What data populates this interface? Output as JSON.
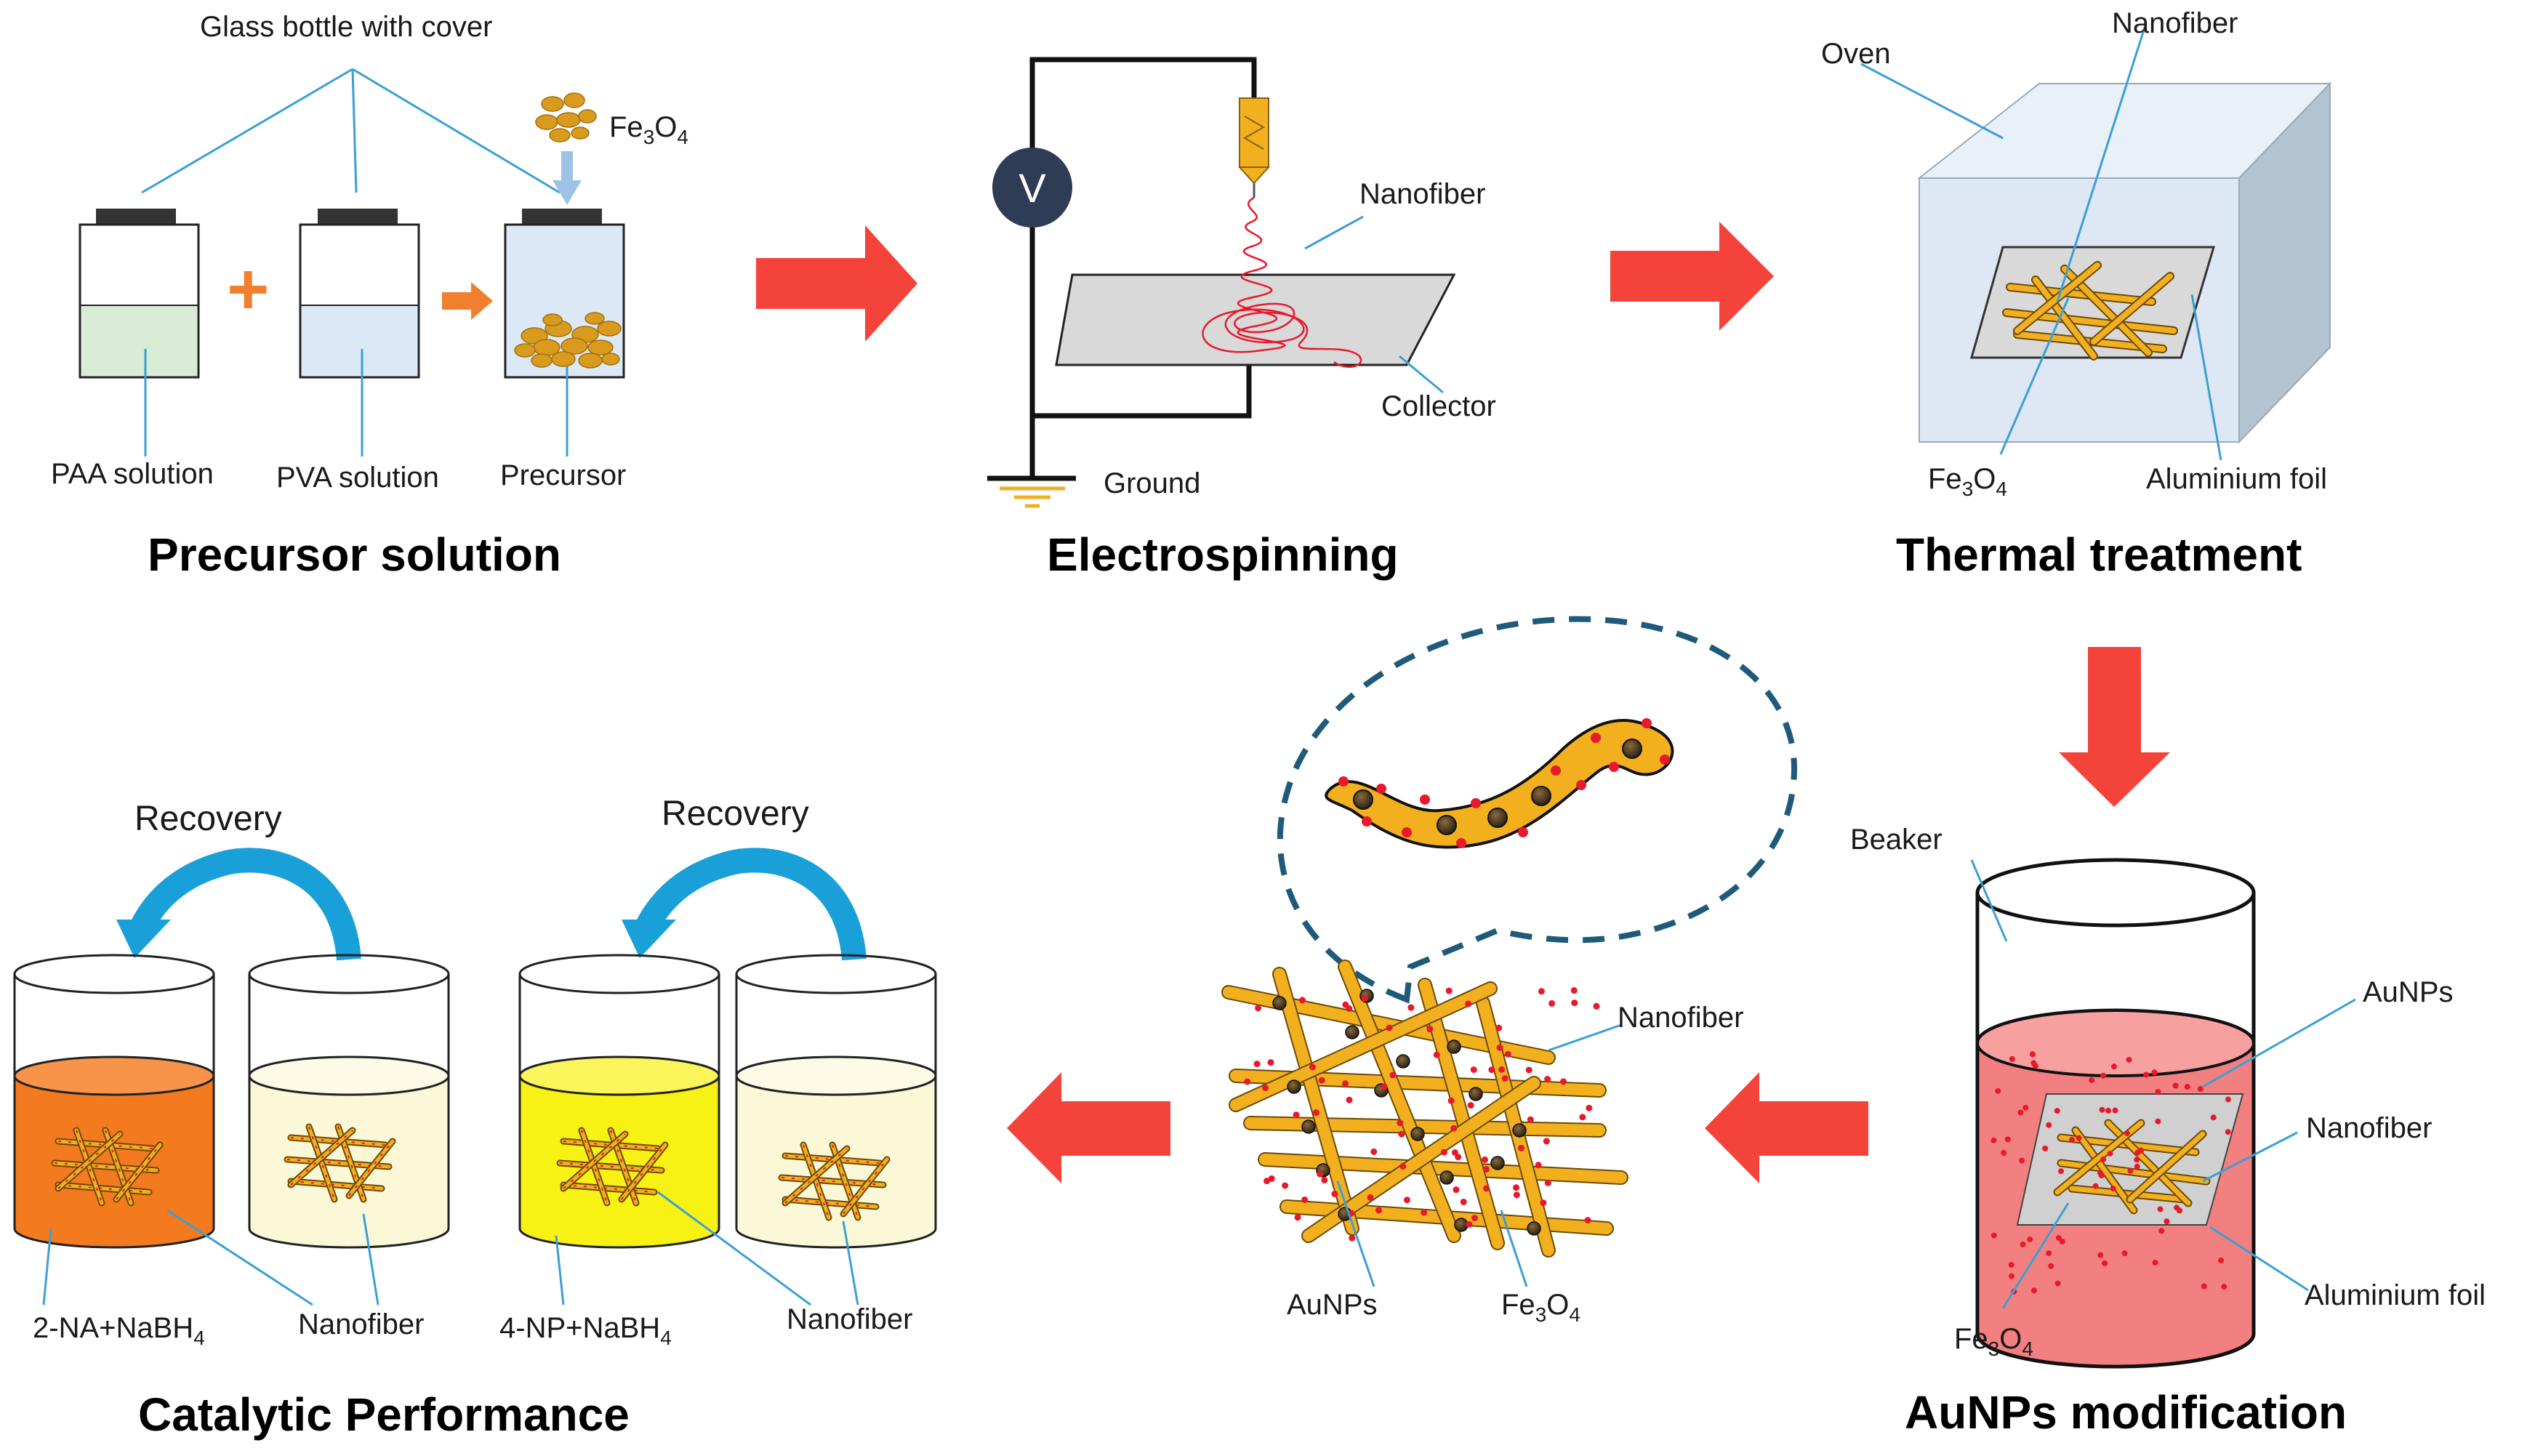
{
  "colors": {
    "arrow": "#f4433a",
    "leader": "#3c9fd6",
    "fiber": "#f2b01e",
    "fe3o4": "#2b2118",
    "aunp": "#e8192c",
    "orange_solution": "#f47a1f",
    "yellow_solution": "#f7f214",
    "pink_solution": "#f28080"
  },
  "precursor": {
    "title": "Precursor solution",
    "cover_label": "Glass bottle with cover",
    "fe3o4": {
      "main": "Fe",
      "sub1": "3",
      "mid": "O",
      "sub2": "4"
    },
    "paa": "PAA solution",
    "pva": "PVA solution",
    "precursor": "Precursor"
  },
  "electro": {
    "title": "Electrospinning",
    "voltage": "V",
    "nanofiber": "Nanofiber",
    "collector": "Collector",
    "ground": "Ground"
  },
  "thermal": {
    "title": "Thermal treatment",
    "oven": "Oven",
    "nanofiber": "Nanofiber",
    "fe3o4": {
      "main": "Fe",
      "sub1": "3",
      "mid": "O",
      "sub2": "4"
    },
    "foil": "Aluminium  foil"
  },
  "aunps_mod": {
    "title": "AuNPs modification",
    "beaker": "Beaker",
    "aunps": "AuNPs",
    "nanofiber": "Nanofiber",
    "foil": "Aluminium  foil",
    "fe3o4": {
      "main": "Fe",
      "sub1": "3",
      "mid": "O",
      "sub2": "4"
    }
  },
  "mesh": {
    "nanofiber": "Nanofiber",
    "aunps": "AuNPs",
    "fe3o4": {
      "main": "Fe",
      "sub1": "3",
      "mid": "O",
      "sub2": "4"
    }
  },
  "catalytic": {
    "title": "Catalytic Performance",
    "recovery1": "Recovery",
    "recovery2": "Recovery",
    "na_label": {
      "main": "2-NA+NaBH",
      "sub": "4"
    },
    "np_label": {
      "main": "4-NP+NaBH",
      "sub": "4"
    },
    "nanofiber1": "Nanofiber",
    "nanofiber2": "Nanofiber"
  }
}
